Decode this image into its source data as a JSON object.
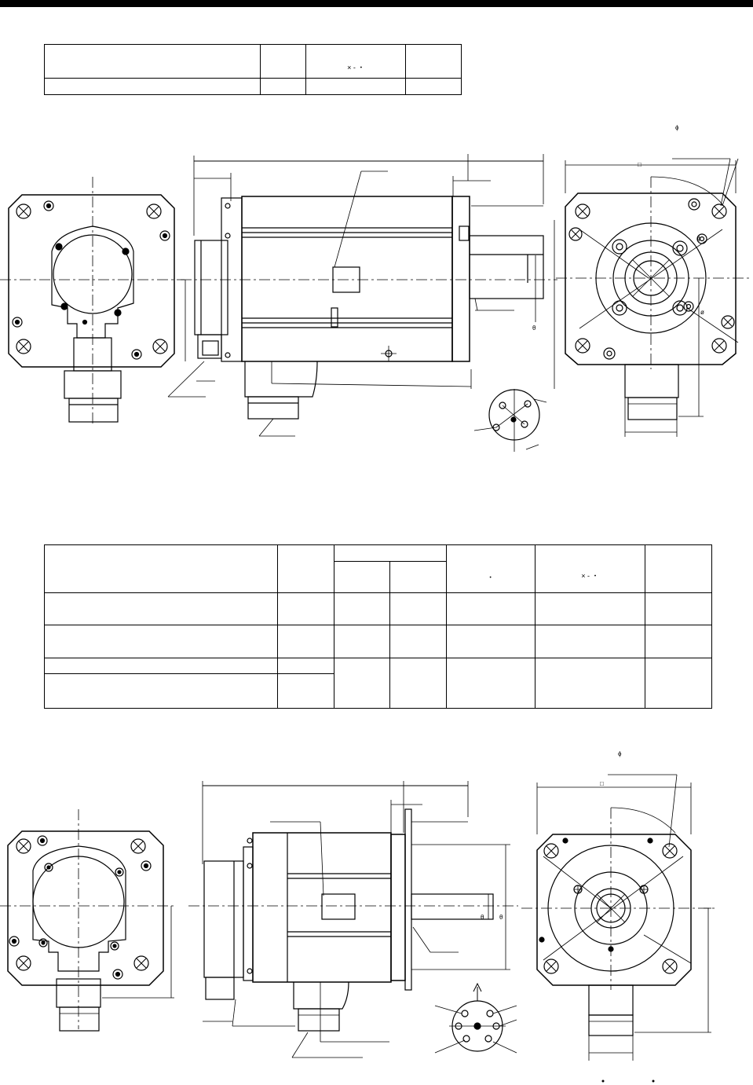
{
  "header": {
    "bar_color": "#000000"
  },
  "table1": {
    "header_cells": [
      "",
      "",
      "×  ‐  ・",
      ""
    ],
    "row_cells": [
      "",
      "",
      "",
      ""
    ]
  },
  "table2": {
    "header_cells": [
      "",
      "",
      "",
      "",
      "・",
      "×  ‐  ・",
      ""
    ],
    "rows": [
      [
        "",
        "",
        "",
        "",
        "",
        "",
        ""
      ],
      [
        "",
        "",
        "",
        "",
        "",
        "",
        ""
      ],
      [
        "",
        "",
        "",
        "",
        "",
        "",
        ""
      ],
      [
        ""
      ]
    ]
  },
  "drawing_marks": {
    "phi_top": "ϕ",
    "square_top": "□",
    "phi_bottom": "ϕ",
    "square_bottom": "□",
    "phi_small": "ϕ",
    "dia_small": "ø",
    "theta": "θ"
  }
}
